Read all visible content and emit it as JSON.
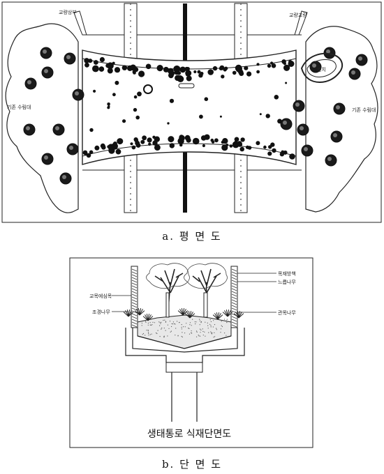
{
  "plan": {
    "caption": "a. 평 면 도",
    "labels": {
      "top_left": "교량상부",
      "top_right": "교량교량",
      "left_side": "기존 수림대",
      "right_side": "기존 수림대",
      "bench": "벤치"
    }
  },
  "section": {
    "caption": "b. 단 면 도",
    "title": "생태통로 식재단면도",
    "labels": {
      "left_upper": "교목에심목",
      "left_lower": "조경나무",
      "right_top": "목재방책",
      "right_mid": "느릅나무",
      "right_lower": "관목나무"
    }
  }
}
